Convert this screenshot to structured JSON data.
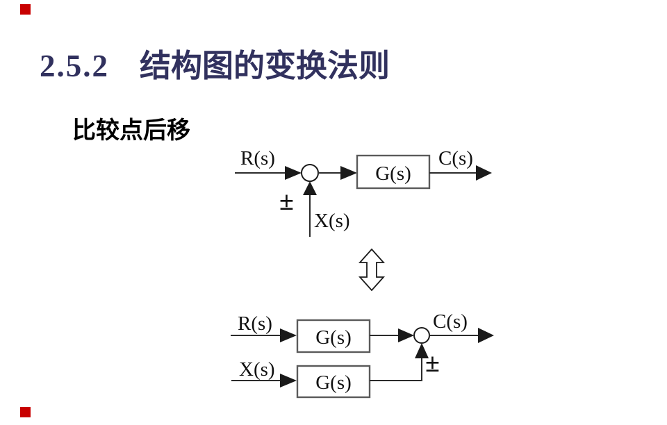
{
  "slide": {
    "header": {
      "section_number": "2.5.2",
      "title": "结构图的变换法则"
    },
    "subtitle": "比较点后移"
  },
  "diagram_before": {
    "input_label": "R(s)",
    "summing_sign": "±",
    "branch_input_label": "X(s)",
    "block_label": "G(s)",
    "output_label": "C(s)"
  },
  "diagram_after": {
    "input1_label": "R(s)",
    "input2_label": "X(s)",
    "block1_label": "G(s)",
    "block2_label": "G(s)",
    "summing_sign": "±",
    "output_label": "C(s)"
  },
  "colors": {
    "title_text": "#31315e",
    "accent_square": "#c80000",
    "diagram_line": "#2b2b2b",
    "box_border": "#5a5a5a"
  }
}
